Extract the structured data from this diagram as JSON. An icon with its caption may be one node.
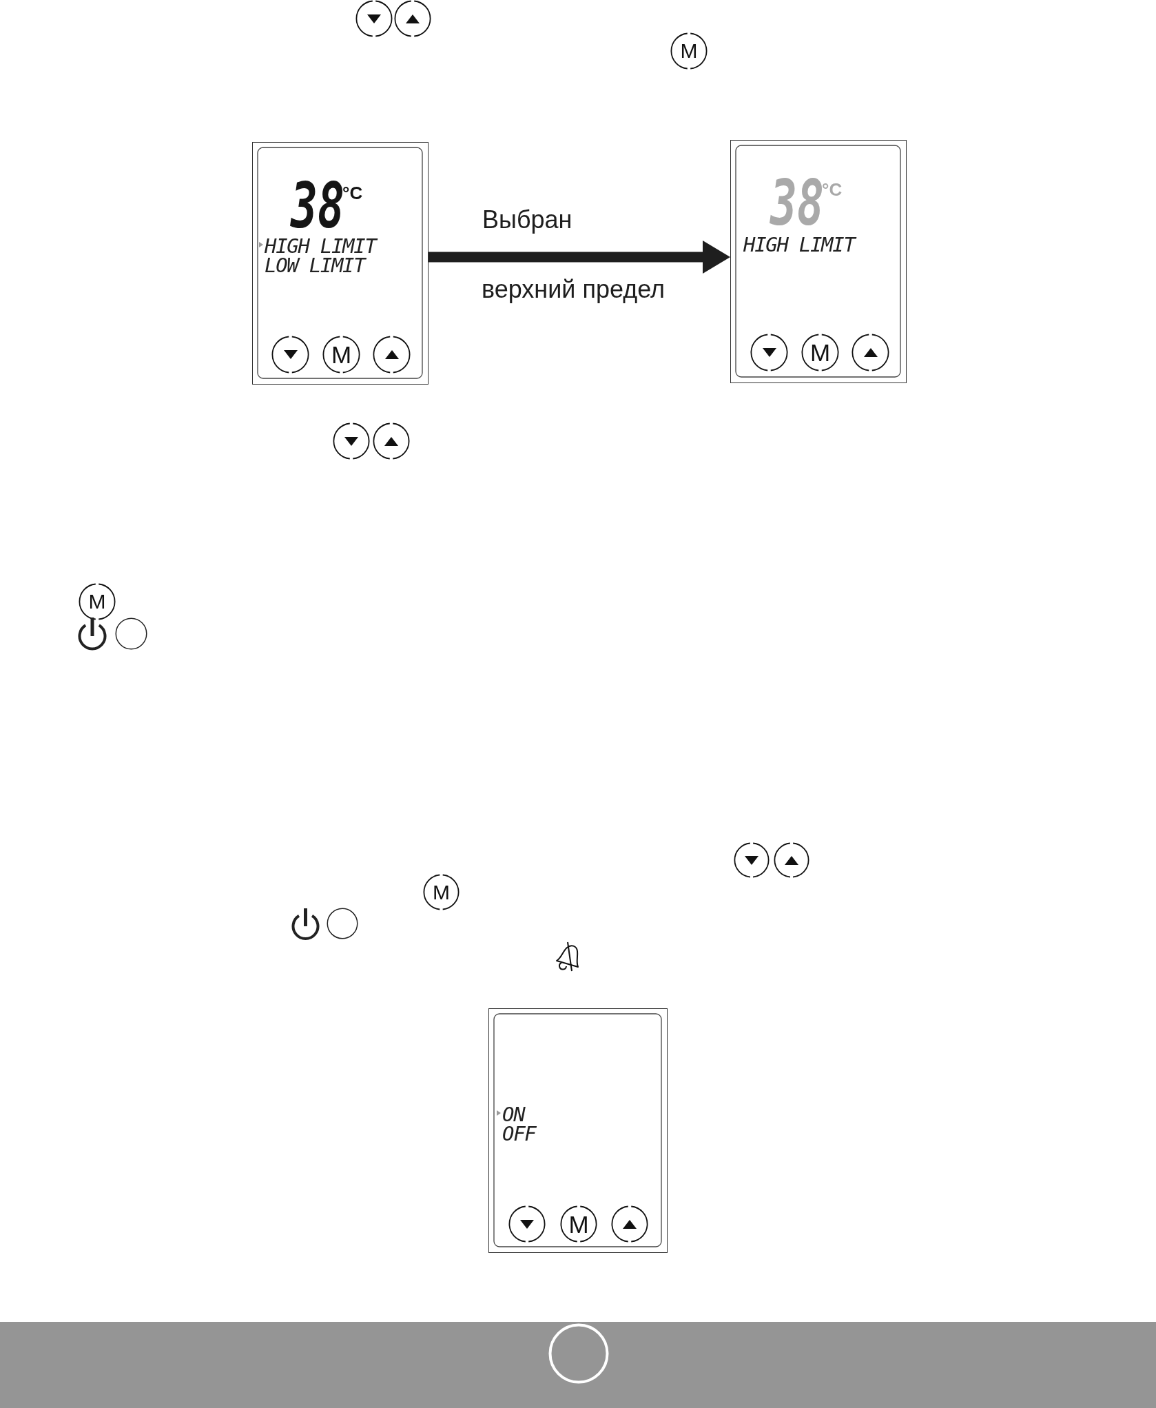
{
  "diagram": {
    "nodes": [
      {
        "text": [],
        "shape": "circle"
      },
      {
        "text": [],
        "shape": "circle"
      },
      {
        "text": [
          "M"
        ]
      },
      {
        "text": [
          "38",
          "°C",
          "HIGH LIMIT",
          "LOW LIMIT"
        ]
      },
      {
        "text": [],
        "shape": "circle",
        "in": 3
      },
      {
        "text": [
          "M"
        ],
        "in": 3
      },
      {
        "text": [],
        "shape": "circle",
        "in": 3
      },
      {
        "text": [
          "38",
          "°C",
          "HIGH LIMIT"
        ]
      },
      {
        "text": [],
        "shape": "circle",
        "in": 7
      },
      {
        "text": [
          "M"
        ],
        "in": 7
      },
      {
        "text": [],
        "shape": "circle",
        "in": 7
      },
      {
        "text": [],
        "shape": "circle"
      },
      {
        "text": [],
        "shape": "circle"
      },
      {
        "text": [
          "M"
        ]
      },
      {
        "text": [],
        "shape": "circle"
      },
      {
        "text": [],
        "shape": "circle"
      },
      {
        "text": [],
        "shape": "circle"
      },
      {
        "text": [
          "M"
        ]
      },
      {
        "text": [],
        "shape": "circle"
      },
      {
        "text": [
          "ON",
          "OFF"
        ]
      },
      {
        "text": [],
        "shape": "circle",
        "in": 19
      },
      {
        "text": [
          "M"
        ],
        "in": 19
      },
      {
        "text": [],
        "shape": "circle",
        "in": 19
      },
      {
        "text": [],
        "shape": "circle"
      }
    ],
    "edges": [
      {
        "from": 3,
        "to": 7,
        "arrow": "to",
        "label": "Выбран"
      }
    ],
    "labels": [
      "верхний предел"
    ]
  }
}
